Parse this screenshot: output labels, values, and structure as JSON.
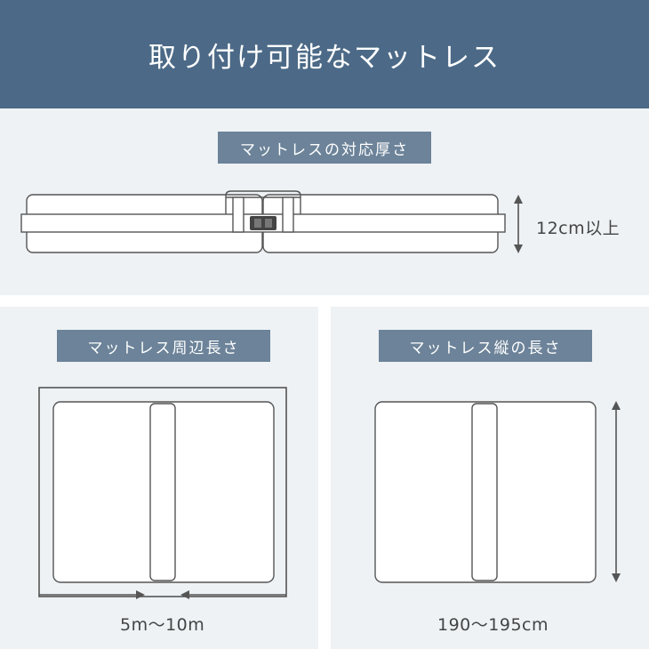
{
  "header": {
    "title": "取り付け可能なマットレス"
  },
  "thickness": {
    "label": "マットレスの対応厚さ",
    "value": "12cm以上"
  },
  "perimeter": {
    "label": "マットレス周辺長さ",
    "value": "5m～10m"
  },
  "length": {
    "label": "マットレス縦の長さ",
    "value": "190～195cm"
  },
  "colors": {
    "header": "#4c6a87",
    "label": "#6c8399",
    "panel": "#eef2f5",
    "line": "#555555"
  },
  "icons": [
    "up-down-arrow-icon",
    "right-arrow-icon",
    "left-arrow-icon",
    "buckle-icon"
  ]
}
